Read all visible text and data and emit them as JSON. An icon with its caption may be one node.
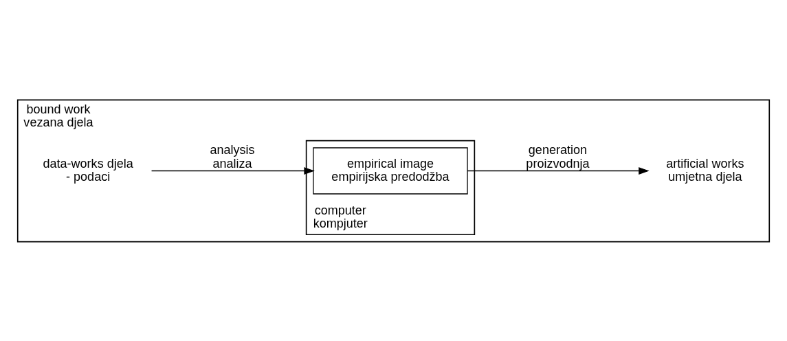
{
  "diagram": {
    "nodes": [
      {
        "text": [
          "bound work vezana djela"
        ]
      },
      {
        "text": [
          "data-works djela - podaci"
        ],
        "in": 0
      },
      {
        "text": [
          "computer kompjuter"
        ],
        "in": 0
      },
      {
        "text": [
          "empirical image empirijska predodžba"
        ],
        "in": 2
      },
      {
        "text": [
          "artificial works umjetna djela"
        ],
        "in": 0
      }
    ],
    "edges": [
      {
        "from": 1,
        "to": 3,
        "arrow": "to",
        "label": "analysis analiza"
      },
      {
        "from": 3,
        "to": 4,
        "arrow": "to",
        "label": "generation proizvodnja"
      }
    ]
  }
}
